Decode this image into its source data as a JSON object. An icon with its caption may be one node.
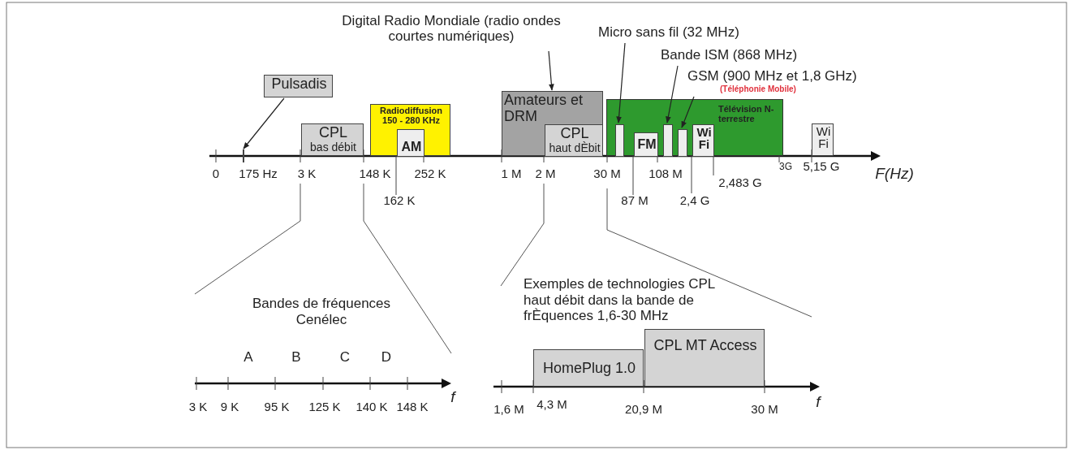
{
  "diagram": {
    "nodes": [
      {
        "text": [
          "Pulsadis"
        ]
      },
      {
        "text": [
          "CPL",
          "bas débit"
        ]
      },
      {
        "text": [
          "Radiodiffusion 150 - 280 KHz"
        ]
      },
      {
        "text": [
          "AM"
        ],
        "in": 2
      },
      {
        "text": [
          "Amateurs et DRM"
        ]
      },
      {
        "text": [
          "CPL",
          "haut dÈbit"
        ],
        "in": 4
      },
      {
        "text": [
          "Digital Radio Mondiale (radio ondes courtes numériques)"
        ]
      },
      {
        "text": [
          "Télévision N-terrestre"
        ]
      },
      {
        "text": [],
        "shape": "bar",
        "in": 7
      },
      {
        "text": [
          "FM"
        ],
        "in": 7
      },
      {
        "text": [],
        "shape": "bar",
        "in": 7
      },
      {
        "text": [],
        "shape": "bar",
        "in": 7
      },
      {
        "text": [
          "Wi Fi"
        ],
        "in": 7
      },
      {
        "text": [
          "Wi Fi"
        ]
      },
      {
        "text": [
          "Micro sans fil (32 MHz)"
        ]
      },
      {
        "text": [
          "Bande ISM (868 MHz)"
        ]
      },
      {
        "text": [
          "GSM (900 MHz et 1,8 GHz)",
          "(Téléphonie Mobile)"
        ]
      },
      {
        "text": [
          "HomePlug 1.0"
        ]
      },
      {
        "text": [
          "CPL MT Access"
        ]
      },
      {
        "text": [],
        "shape": "bar"
      }
    ],
    "edges": [
      {
        "from": 0,
        "to": 19,
        "arrow": "to"
      },
      {
        "from": 6,
        "to": 4,
        "arrow": "to"
      },
      {
        "from": 14,
        "to": 8,
        "arrow": "to"
      },
      {
        "from": 15,
        "to": 10,
        "arrow": "to"
      },
      {
        "from": 16,
        "to": 11,
        "arrow": "to"
      }
    ],
    "labels": [
      "0",
      "175 Hz",
      "3 K",
      "148 K",
      "252 K",
      "162 K",
      "1 M",
      "2 M",
      "30 M",
      "108 M",
      "87 M",
      "2,4 G",
      "3G",
      "5,15 G",
      "2,483 G",
      "F(Hz)",
      "Bandes de fréquences Cenélec",
      "A",
      "B",
      "C",
      "D",
      "3 K",
      "9 K",
      "95 K",
      "125 K",
      "140 K",
      "148 K",
      "f",
      "Exemples de technologies CPL haut débit dans la bande de frÈquences 1,6-30 MHz",
      "1,6 M",
      "4,3 M",
      "20,9 M",
      "30 M",
      "f"
    ]
  }
}
